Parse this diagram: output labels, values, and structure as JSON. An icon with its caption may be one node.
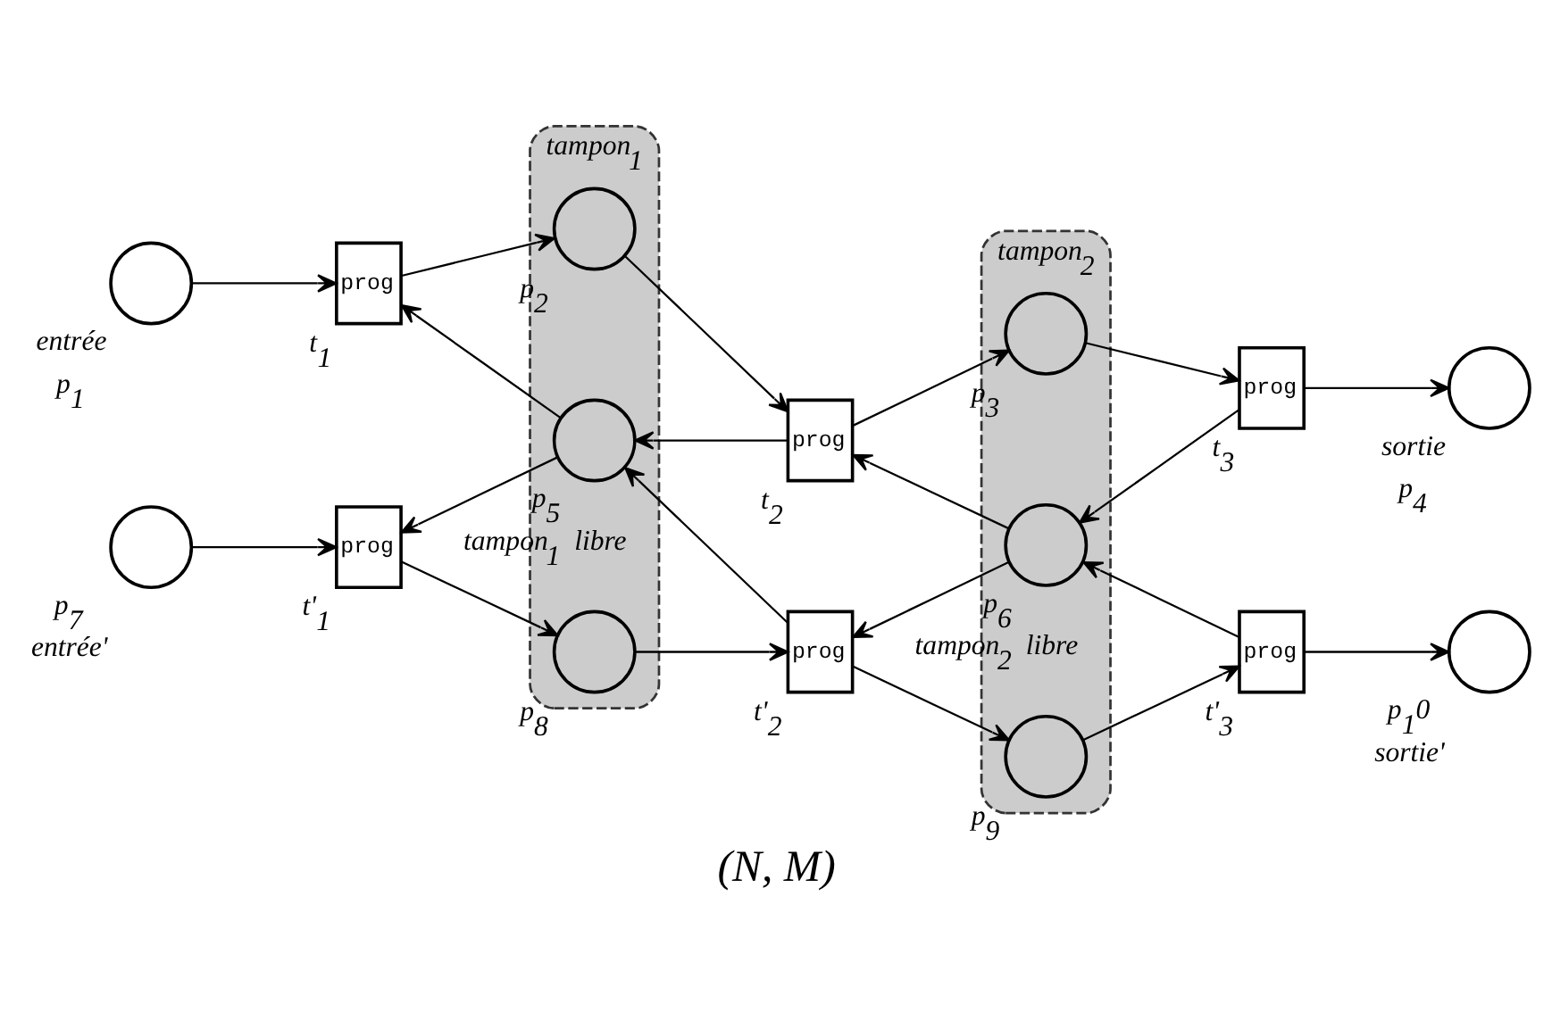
{
  "diagram": {
    "caption": "(N, M)",
    "nodes": [
      {
        "text": [],
        "shape": "circle",
        "beside": [
          "entrée",
          "p$_{1}$"
        ]
      },
      {
        "text": [
          "prog"
        ],
        "beside": [
          "t$_{1}$"
        ]
      },
      {
        "text": [
          "tampon$_{1}$"
        ]
      },
      {
        "text": [],
        "shape": "circle",
        "beside": [
          "p$_{2}$"
        ],
        "in": 2
      },
      {
        "text": [
          "prog"
        ],
        "beside": [
          "t$_{2}$"
        ]
      },
      {
        "text": [
          "tampon$_{2}$"
        ]
      },
      {
        "text": [],
        "shape": "circle",
        "beside": [
          "p$_{3}$"
        ],
        "in": 5
      },
      {
        "text": [
          "prog"
        ],
        "beside": [
          "t$_{3}$"
        ]
      },
      {
        "text": [],
        "shape": "circle",
        "beside": [
          "sortie",
          "p$_{4}$"
        ]
      },
      {
        "text": [],
        "shape": "circle",
        "beside": [
          "p$_{5}$",
          "tampon$_{1}$ libre"
        ],
        "in": 2
      },
      {
        "text": [],
        "shape": "circle",
        "beside": [
          "p$_{6}$",
          "tampon$_{2}$ libre"
        ],
        "in": 5
      },
      {
        "text": [],
        "shape": "circle",
        "beside": [
          "p$_{7}$",
          "entrée'"
        ]
      },
      {
        "text": [
          "prog"
        ],
        "beside": [
          "t'$_{1}$"
        ]
      },
      {
        "text": [],
        "shape": "circle",
        "beside": [
          "p$_{8}$"
        ],
        "in": 2
      },
      {
        "text": [
          "prog"
        ],
        "beside": [
          "t'$_{2}$"
        ]
      },
      {
        "text": [],
        "shape": "circle",
        "beside": [
          "p$_{9}$"
        ],
        "in": 5
      },
      {
        "text": [
          "prog"
        ],
        "beside": [
          "t'$_{3}$"
        ]
      },
      {
        "text": [],
        "shape": "circle",
        "beside": [
          "p$_{1}$0",
          "sortie'"
        ]
      }
    ],
    "edges": [
      {
        "from": 0,
        "to": 1,
        "arrow": "to"
      },
      {
        "from": 1,
        "to": 3,
        "arrow": "to"
      },
      {
        "from": 3,
        "to": 4,
        "arrow": "to"
      },
      {
        "from": 4,
        "to": 6,
        "arrow": "to"
      },
      {
        "from": 6,
        "to": 7,
        "arrow": "to"
      },
      {
        "from": 7,
        "to": 8,
        "arrow": "to"
      },
      {
        "from": 9,
        "to": 1,
        "arrow": "to"
      },
      {
        "from": 4,
        "to": 9,
        "arrow": "to"
      },
      {
        "from": 10,
        "to": 4,
        "arrow": "to"
      },
      {
        "from": 7,
        "to": 10,
        "arrow": "to"
      },
      {
        "from": 9,
        "to": 12,
        "arrow": "to"
      },
      {
        "from": 14,
        "to": 9,
        "arrow": "to"
      },
      {
        "from": 10,
        "to": 14,
        "arrow": "to"
      },
      {
        "from": 16,
        "to": 10,
        "arrow": "to"
      },
      {
        "from": 11,
        "to": 12,
        "arrow": "to"
      },
      {
        "from": 12,
        "to": 13,
        "arrow": "to"
      },
      {
        "from": 13,
        "to": 14,
        "arrow": "to"
      },
      {
        "from": 14,
        "to": 15,
        "arrow": "to"
      },
      {
        "from": 15,
        "to": 16,
        "arrow": "to"
      },
      {
        "from": 16,
        "to": 17,
        "arrow": "to"
      }
    ]
  }
}
